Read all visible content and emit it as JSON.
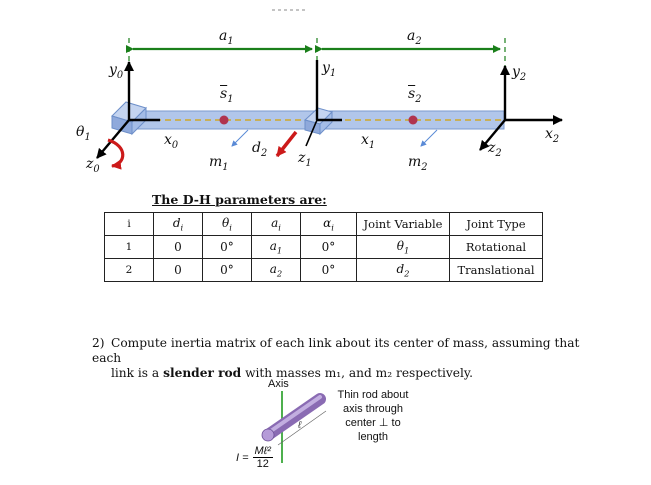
{
  "diagram": {
    "a1": "a",
    "a1_sub": "1",
    "a2": "a",
    "a2_sub": "2",
    "y0": "y",
    "y0_sub": "0",
    "y1": "y",
    "y1_sub": "1",
    "y2": "y",
    "y2_sub": "2",
    "x0": "x",
    "x0_sub": "0",
    "x1": "x",
    "x1_sub": "1",
    "x2": "x",
    "x2_sub": "2",
    "z0": "z",
    "z0_sub": "0",
    "z1": "z",
    "z1_sub": "1",
    "z2": "z",
    "z2_sub": "2",
    "s1": "s",
    "s1_sub": "1",
    "s2": "s",
    "s2_sub": "2",
    "m1": "m",
    "m1_sub": "1",
    "m2": "m",
    "m2_sub": "2",
    "theta1": "θ",
    "theta1_sub": "1",
    "d2": "d",
    "d2_sub": "2",
    "colors": {
      "dimension": "#1a7f1a",
      "link": "#9fb7e0",
      "joint": "#7f9fd8",
      "red": "#cc1a1a",
      "com": "#b0334f"
    }
  },
  "dh": {
    "title": "The D-H parameters are:",
    "header": [
      "i",
      "d",
      "θ",
      "a",
      "α",
      "Joint Variable",
      "Joint Type"
    ],
    "header_subs": [
      "",
      "i",
      "i",
      "i",
      "i",
      "",
      ""
    ],
    "rows": [
      {
        "i": "1",
        "d": "0",
        "theta": "0°",
        "a": "a",
        "a_sub": "1",
        "alpha": "0°",
        "var": "θ",
        "var_sub": "1",
        "type": "Rotational"
      },
      {
        "i": "2",
        "d": "0",
        "theta": "0°",
        "a": "a",
        "a_sub": "2",
        "alpha": "0°",
        "var": "d",
        "var_sub": "2",
        "type": "Translational"
      }
    ]
  },
  "question": {
    "number": "2)",
    "line1": "Compute inertia matrix of each link about its center of mass, assuming that each",
    "line2_pre": "link is a ",
    "line2_bold": "slender rod",
    "line2_post": " with masses m₁, and m₂ respectively."
  },
  "rod": {
    "axis_label": "Axis",
    "l_label": "ℓ",
    "desc_line1": "Thin rod about",
    "desc_line2": "axis through",
    "desc_line3": "center ⊥ to",
    "desc_line4": "length",
    "formula_lhs": "I =",
    "formula_num": "Mℓ²",
    "formula_den": "12"
  }
}
